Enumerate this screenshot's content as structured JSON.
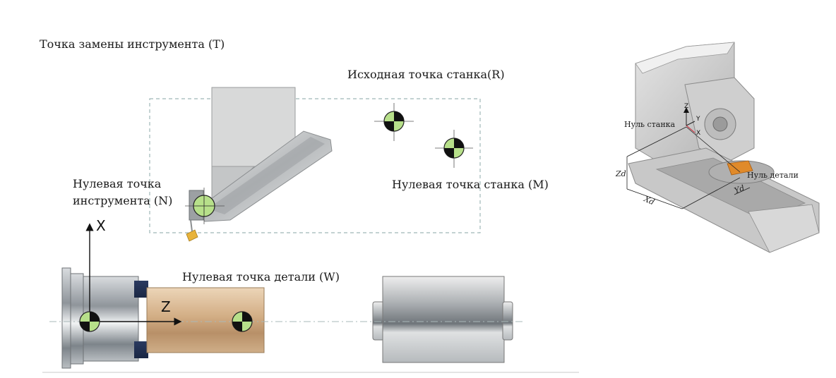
{
  "labels": {
    "tool_change_point": "Точка замены инструмента (T)",
    "machine_reference_point": "Исходная точка станка(R)",
    "tool_zero_point_line1": "Нулевая точка",
    "tool_zero_point_line2": "инструмента (N)",
    "machine_zero_point": "Нулевая точка станка (M)",
    "workpiece_zero_point": "Нулевая точка детали (W)"
  },
  "axes": {
    "x": "X",
    "z": "Z"
  },
  "machine_3d": {
    "machine_zero": "Нуль станка",
    "part_zero": "Нуль детали",
    "axis_z": "Z",
    "axis_y": "Y",
    "axis_x": "X",
    "dim_zd": "Zd",
    "dim_xd": "Xd",
    "dim_yd": "Yd"
  },
  "colors": {
    "marker_green": "#b7e08a",
    "marker_dark": "#111111",
    "workpiece": "#d4b48e",
    "part_orange": "#e08a2a",
    "dashed_frame": "#9fb7b7"
  }
}
